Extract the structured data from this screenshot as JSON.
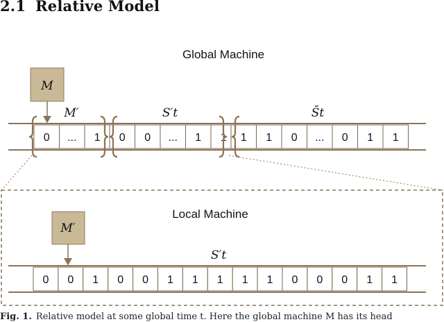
{
  "section": {
    "number": "2.1",
    "title": "Relative Model"
  },
  "global": {
    "title": "Global Machine",
    "head_label": "M",
    "segments": [
      {
        "label": "M′",
        "cells": [
          "0",
          "...",
          "1"
        ]
      },
      {
        "label": "S′t",
        "cells": [
          "0",
          "0",
          "...",
          "1",
          "1"
        ]
      },
      {
        "label": "S̄t",
        "cells": [
          "1",
          "1",
          "0",
          "...",
          "0",
          "1",
          "1"
        ]
      }
    ]
  },
  "local": {
    "title": "Local Machine",
    "head_label": "M′",
    "tape_label": "S′t",
    "cells": [
      "0",
      "0",
      "1",
      "0",
      "0",
      "1",
      "1",
      "1",
      "1",
      "1",
      "0",
      "0",
      "0",
      "1",
      "1"
    ]
  },
  "caption": {
    "label": "Fig. 1.",
    "text": "Relative model at some global time t. Here the global machine M has its head"
  },
  "colors": {
    "tape_line": "#8b7355",
    "cell_border": "#7b6649",
    "box_fill": "#c9b996",
    "box_border": "#8f7a58",
    "dashed": "#8b7355",
    "text": "#111111"
  }
}
